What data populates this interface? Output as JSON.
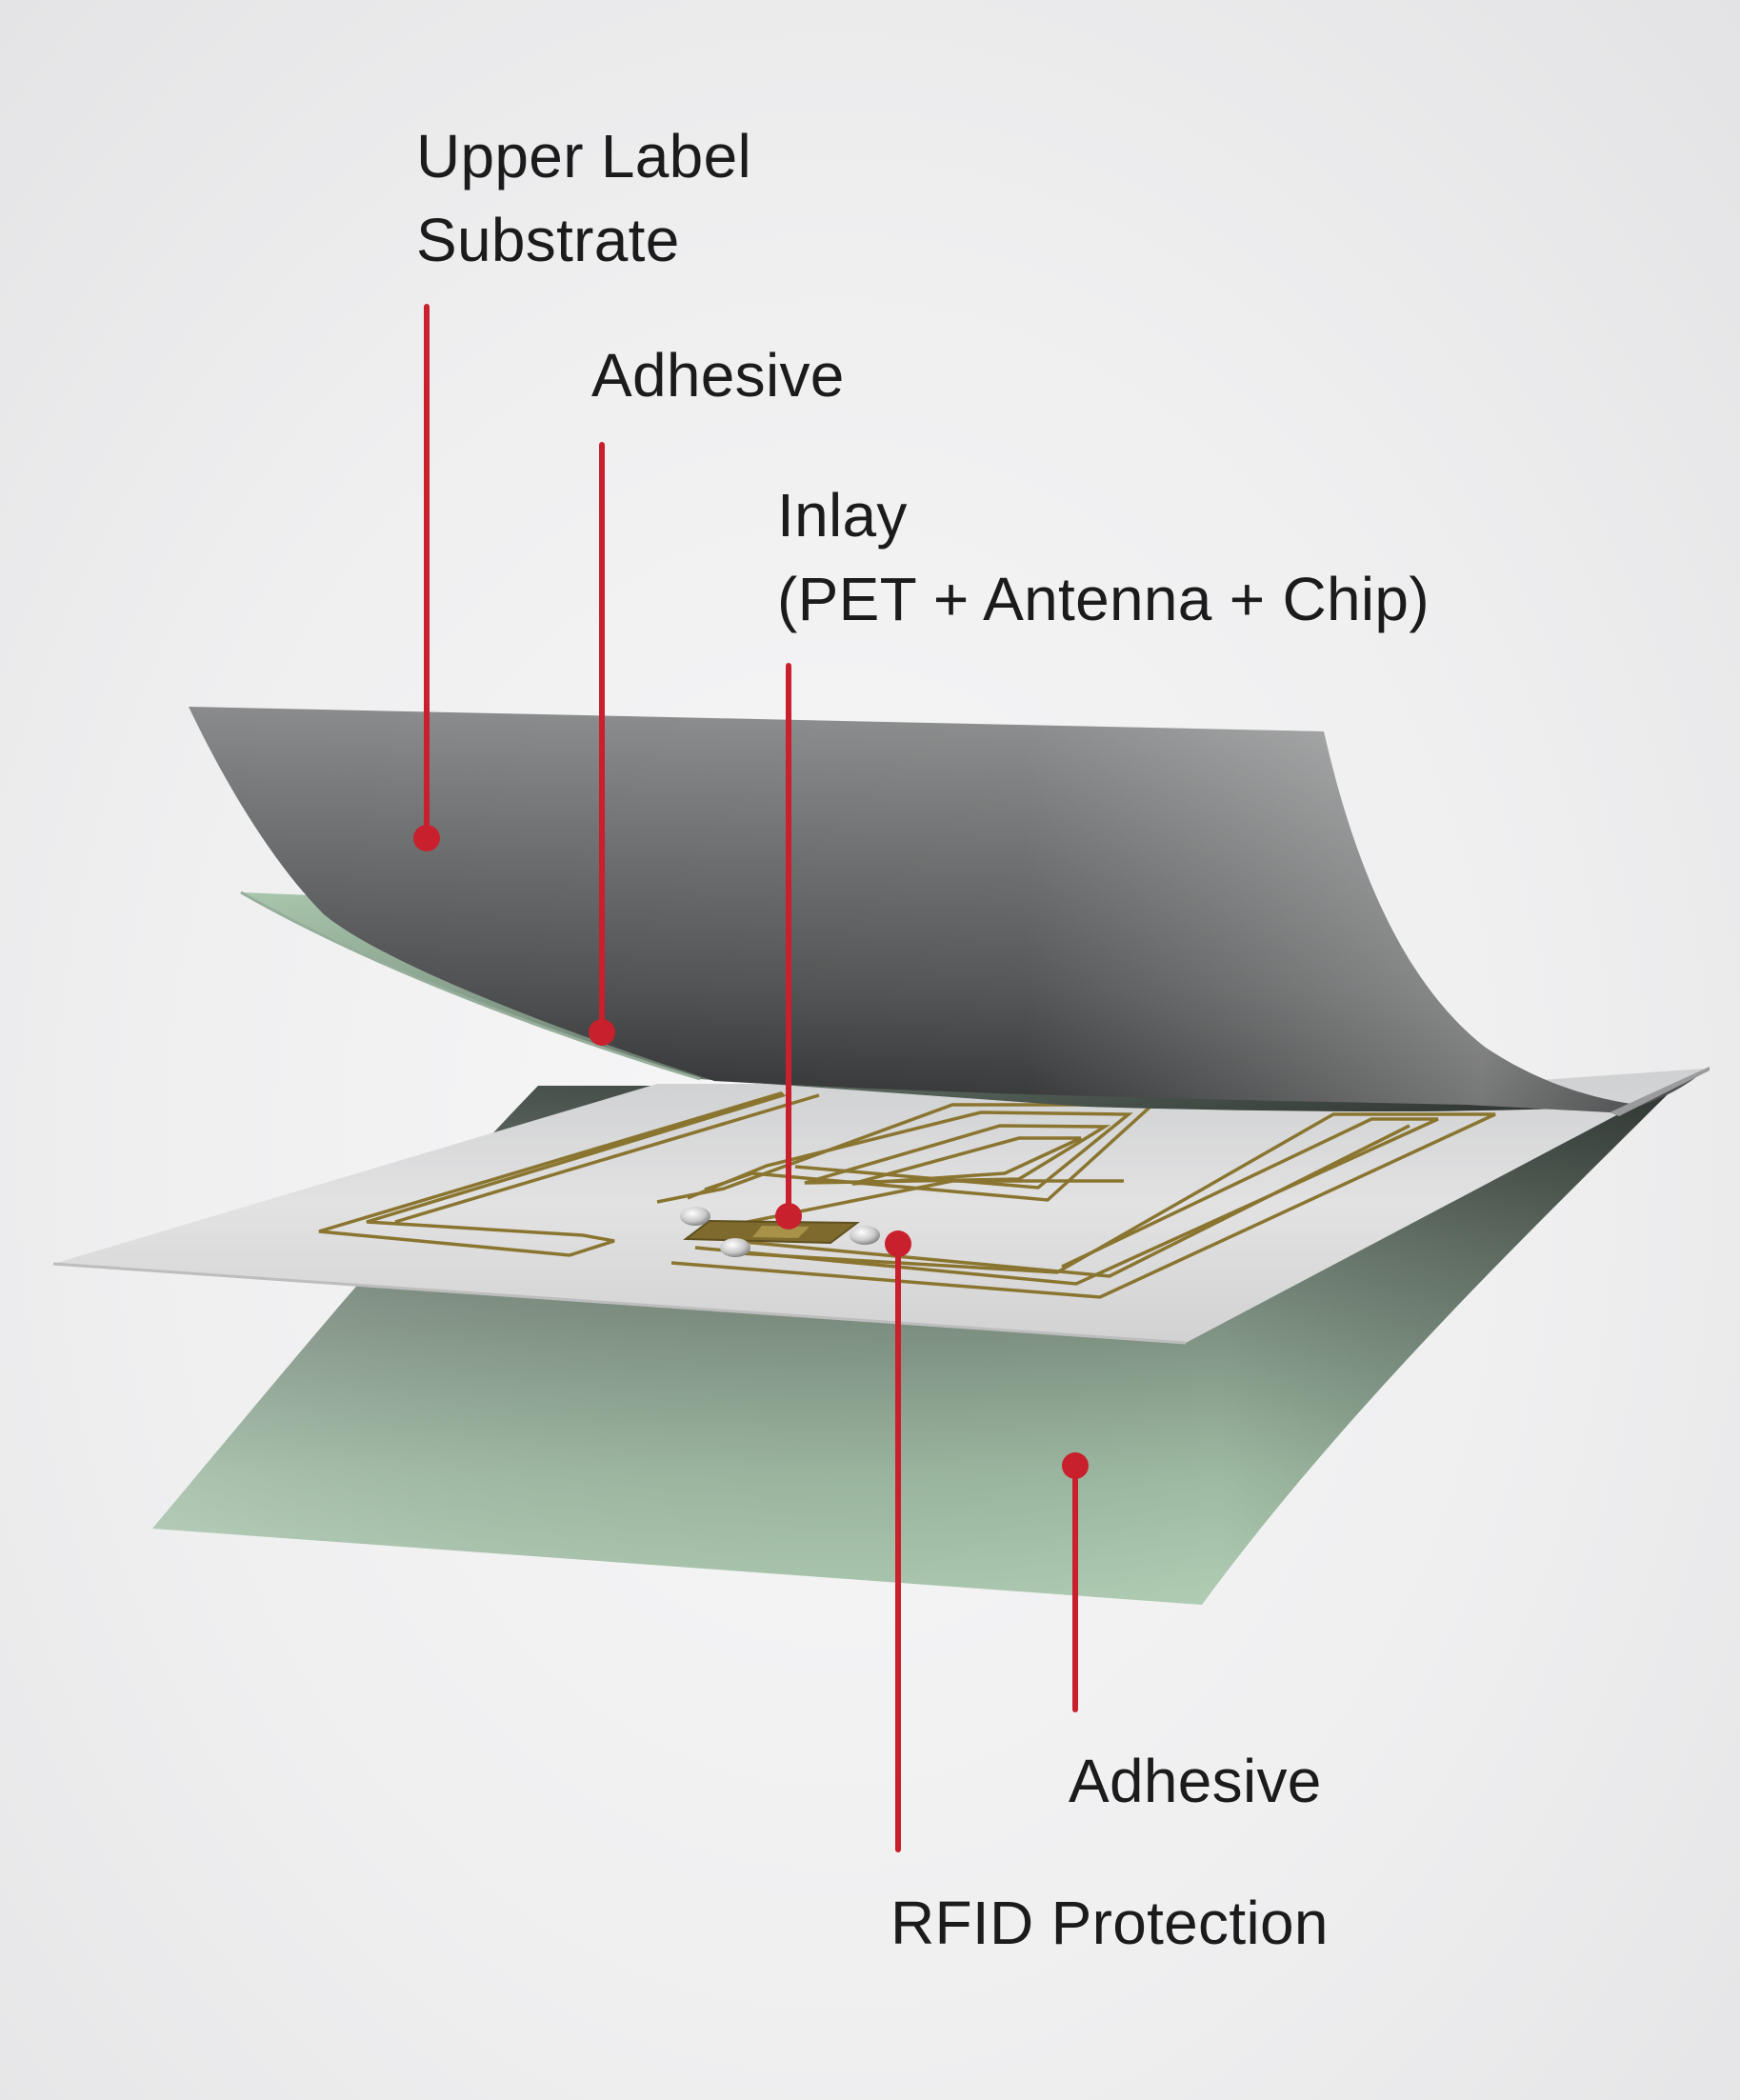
{
  "labels": {
    "upper_label_substrate": [
      "Upper Label",
      "Substrate"
    ],
    "adhesive_top": "Adhesive",
    "inlay": [
      "Inlay",
      "(PET + Antenna + Chip)"
    ],
    "adhesive_bottom": "Adhesive",
    "rfid_protection": "RFID Protection"
  },
  "colors": {
    "callout": "#c8202c",
    "antenna_trace": "#8a7530",
    "adhesive_layer": "#a9c7ad",
    "substrate_layer": "#8f9091",
    "inlay_layer": "#d9d9da",
    "text": "#1b1b1b"
  }
}
